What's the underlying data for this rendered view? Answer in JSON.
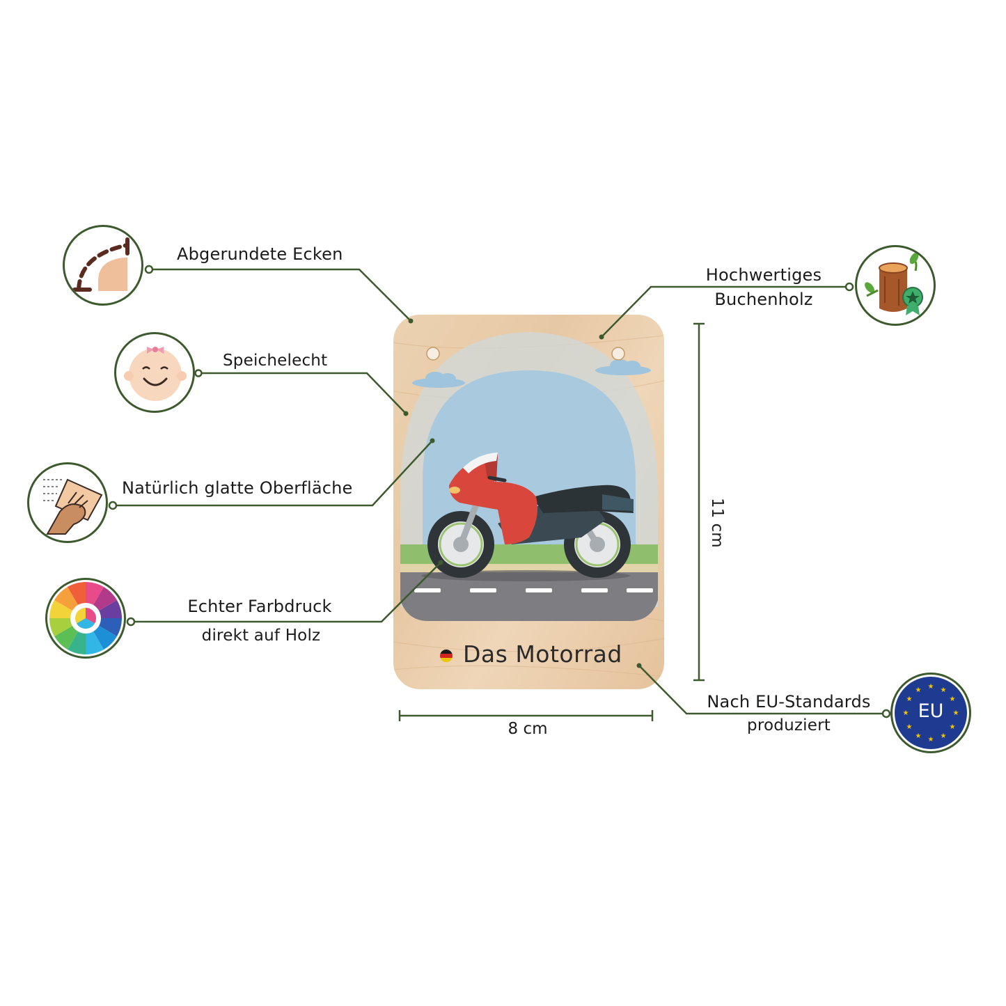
{
  "features": {
    "corners": "Abgerundete Ecken",
    "wood_line1": "Hochwertiges",
    "wood_line2": "Buchenholz",
    "saliva": "Speichelecht",
    "surface": "Natürlich glatte Oberfläche",
    "print_line1": "Echter Farbdruck",
    "print_line2": "direkt auf Holz",
    "eu_line1": "Nach EU-Standards",
    "eu_line2": "produziert"
  },
  "eu_badge": {
    "text": "EU"
  },
  "card": {
    "title": "Das Motorrad"
  },
  "dimensions": {
    "width": "8 cm",
    "height": "11 cm"
  },
  "colors": {
    "line": "#3c5a2d",
    "eu_blue": "#1f3b91",
    "eu_star": "#f2c400",
    "bike_red": "#d9463c"
  }
}
